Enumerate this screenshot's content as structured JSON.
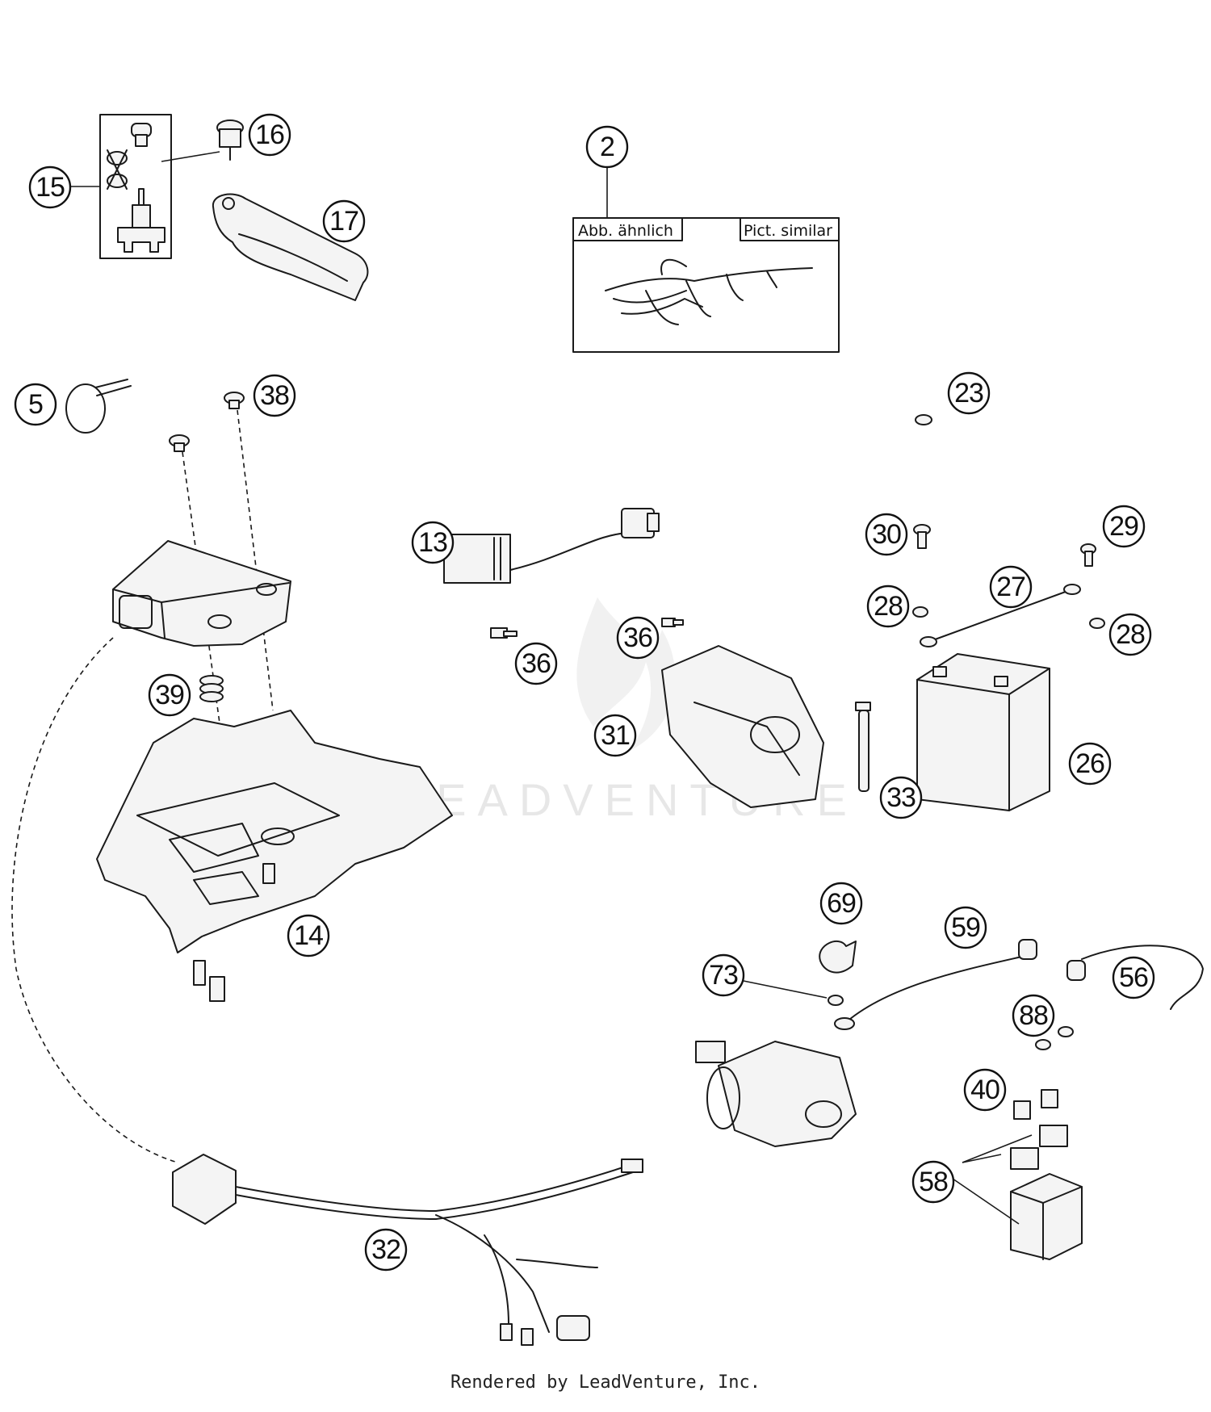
{
  "callouts": [
    {
      "id": "c2",
      "label": "2"
    },
    {
      "id": "c5",
      "label": "5"
    },
    {
      "id": "c13",
      "label": "13"
    },
    {
      "id": "c14",
      "label": "14"
    },
    {
      "id": "c15",
      "label": "15"
    },
    {
      "id": "c16",
      "label": "16"
    },
    {
      "id": "c17",
      "label": "17"
    },
    {
      "id": "c23",
      "label": "23"
    },
    {
      "id": "c26",
      "label": "26"
    },
    {
      "id": "c27",
      "label": "27"
    },
    {
      "id": "c28a",
      "label": "28"
    },
    {
      "id": "c28b",
      "label": "28"
    },
    {
      "id": "c29",
      "label": "29"
    },
    {
      "id": "c30",
      "label": "30"
    },
    {
      "id": "c31",
      "label": "31"
    },
    {
      "id": "c32",
      "label": "32"
    },
    {
      "id": "c33",
      "label": "33"
    },
    {
      "id": "c36a",
      "label": "36"
    },
    {
      "id": "c36b",
      "label": "36"
    },
    {
      "id": "c38",
      "label": "38"
    },
    {
      "id": "c39",
      "label": "39"
    },
    {
      "id": "c40",
      "label": "40"
    },
    {
      "id": "c56",
      "label": "56"
    },
    {
      "id": "c58",
      "label": "58"
    },
    {
      "id": "c59",
      "label": "59"
    },
    {
      "id": "c69",
      "label": "69"
    },
    {
      "id": "c73",
      "label": "73"
    },
    {
      "id": "c88",
      "label": "88"
    }
  ],
  "harness_box": {
    "left_caption": "Abb. ähnlich",
    "right_caption": "Pict. similar"
  },
  "watermark": "LEADVENTURE",
  "footer": "Rendered by LeadVenture, Inc."
}
